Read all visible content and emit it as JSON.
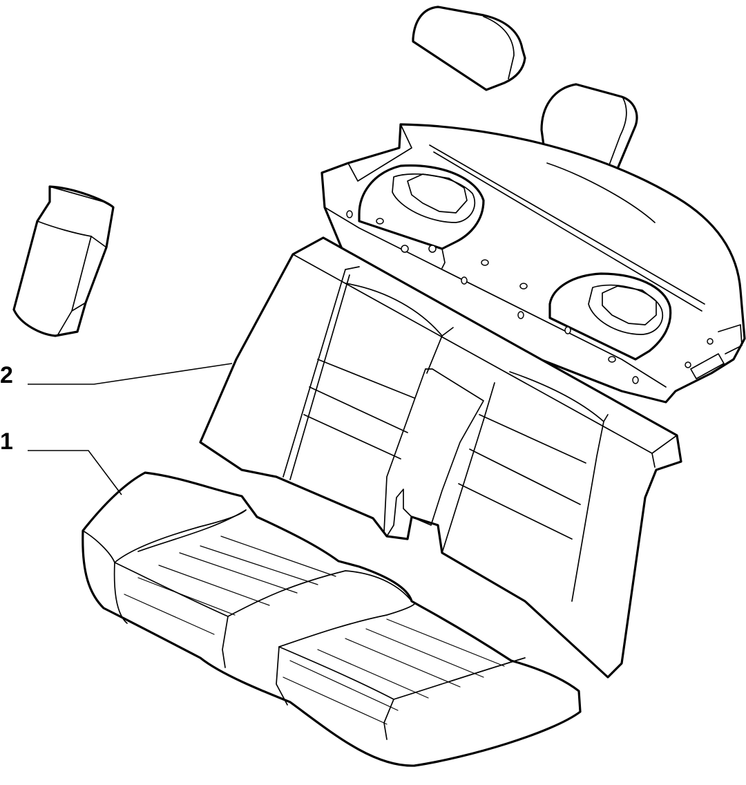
{
  "callouts": [
    {
      "id": "seat-backrest",
      "label": "2"
    },
    {
      "id": "seat-cushion",
      "label": "1"
    }
  ],
  "colors": {
    "stroke": "#000000",
    "background": "#ffffff"
  }
}
